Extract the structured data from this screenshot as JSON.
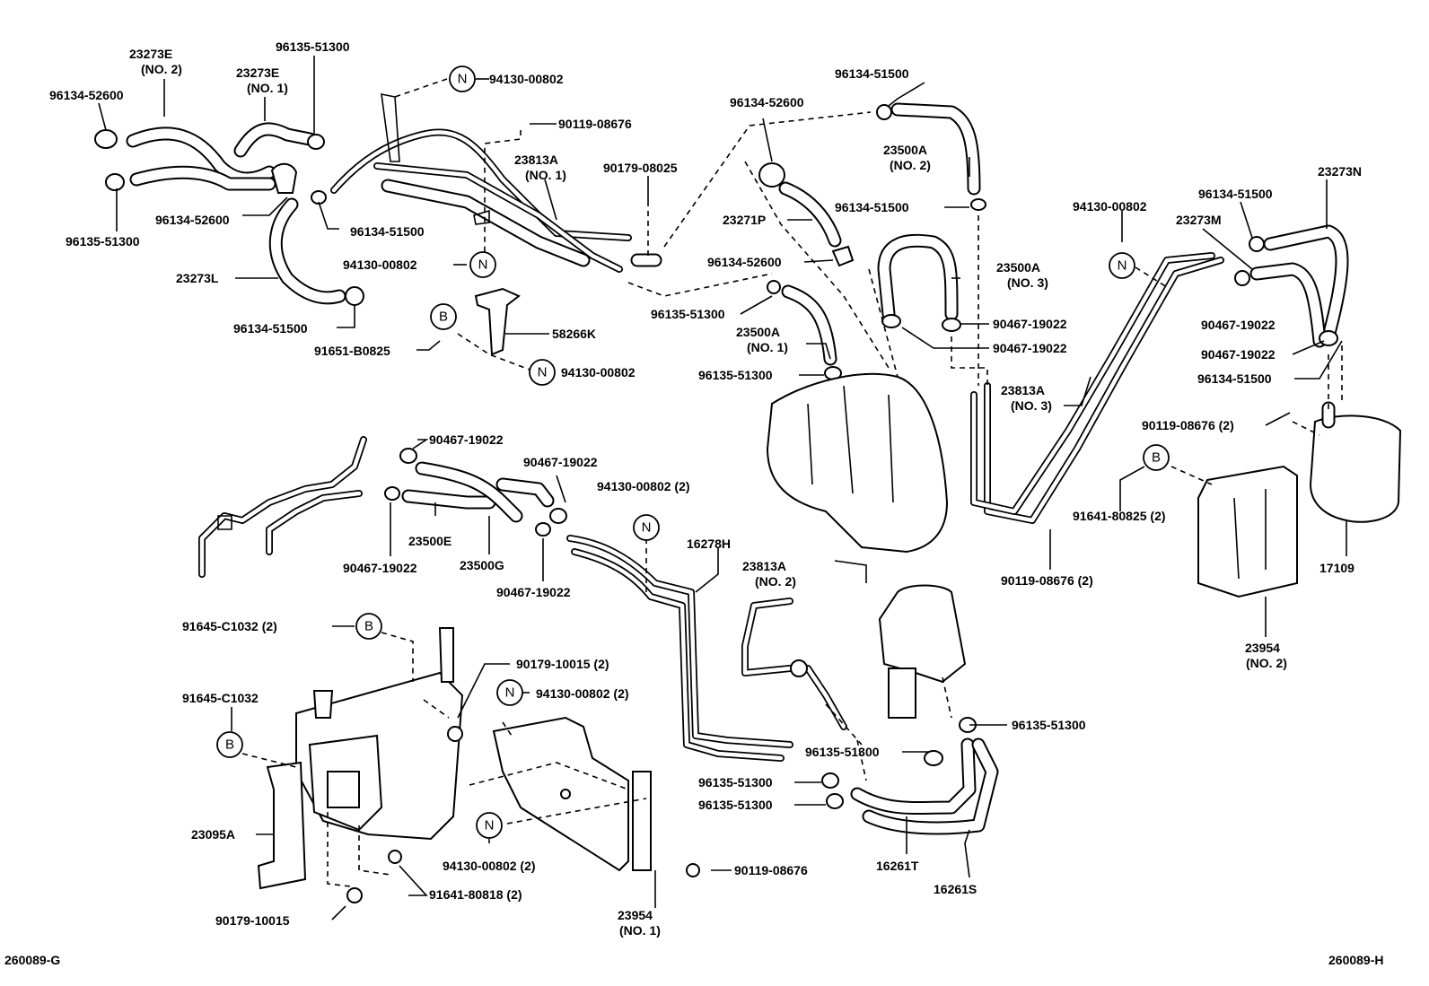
{
  "labels": {
    "l_23273e_no2": "23273E",
    "l_23273e_no2_sub": "(NO. 2)",
    "l_96135_51300_a": "96135-51300",
    "l_23273e_no1": "23273E",
    "l_23273e_no1_sub": "(NO. 1)",
    "l_96134_52600_a": "96134-52600",
    "l_96134_52600_b": "96134-52600",
    "l_96135_51300_b": "96135-51300",
    "l_23273l": "23273L",
    "l_96134_51500_a": "96134-51500",
    "l_96134_51500_b": "96134-51500",
    "l_94130_00802_a": "94130-00802",
    "l_90119_08676_a": "90119-08676",
    "l_23813a_no1": "23813A",
    "l_23813a_no1_sub": "(NO. 1)",
    "l_90179_08025": "90179-08025",
    "l_94130_00802_b": "94130-00802",
    "l_58266k": "58266K",
    "l_91651_b0825": "91651-B0825",
    "l_94130_00802_c": "94130-00802",
    "l_96134_52600_c": "96134-52600",
    "l_23271p": "23271P",
    "l_96134_52600_d": "96134-52600",
    "l_96135_51300_c": "96135-51300",
    "l_23500a_no1": "23500A",
    "l_23500a_no1_sub": "(NO. 1)",
    "l_96135_51300_d": "96135-51300",
    "l_96134_51500_c": "96134-51500",
    "l_23500a_no2": "23500A",
    "l_23500a_no2_sub": "(NO. 2)",
    "l_96134_51500_d": "96134-51500",
    "l_23500a_no3": "23500A",
    "l_23500a_no3_sub": "(NO. 3)",
    "l_90467_19022_a": "90467-19022",
    "l_90467_19022_b": "90467-19022",
    "l_94130_00802_d": "94130-00802",
    "l_23813a_no3": "23813A",
    "l_23813a_no3_sub": "(NO. 3)",
    "l_96134_51500_e": "96134-51500",
    "l_23273n": "23273N",
    "l_23273m": "23273M",
    "l_90467_19022_c": "90467-19022",
    "l_90467_19022_d": "90467-19022",
    "l_96134_51500_f": "96134-51500",
    "l_90119_08676_2a": "90119-08676 (2)",
    "l_91641_80825_2": "91641-80825 (2)",
    "l_90119_08676_2b": "90119-08676 (2)",
    "l_17109": "17109",
    "l_23954_no2": "23954",
    "l_23954_no2_sub": "(NO. 2)",
    "l_90467_19022_e": "90467-19022",
    "l_90467_19022_f": "90467-19022",
    "l_23500e": "23500E",
    "l_23500g": "23500G",
    "l_90467_19022_g": "90467-19022",
    "l_90467_19022_h": "90467-19022",
    "l_94130_00802_2a": "94130-00802 (2)",
    "l_16278h": "16278H",
    "l_23813a_no2": "23813A",
    "l_23813a_no2_sub": "(NO. 2)",
    "l_91645_c1032_2": "91645-C1032 (2)",
    "l_90179_10015_2": "90179-10015 (2)",
    "l_94130_00802_2b": "94130-00802 (2)",
    "l_91645_c1032": "91645-C1032",
    "l_96135_51300_e": "96135-51300",
    "l_96135_51300_f": "96135-51300",
    "l_96135_51300_g": "96135-51300",
    "l_96135_51300_h": "96135-51300",
    "l_23095a": "23095A",
    "l_94130_00802_2c": "94130-00802 (2)",
    "l_16261t": "16261T",
    "l_16261s": "16261S",
    "l_90119_08676_b": "90119-08676",
    "l_91641_80818_2": "91641-80818 (2)",
    "l_90179_10015": "90179-10015",
    "l_23954_no1": "23954",
    "l_23954_no1_sub": "(NO. 1)",
    "l_260089_g": "260089-G",
    "l_260089_h": "260089-H"
  },
  "marks": {
    "n": "N",
    "b": "B"
  }
}
